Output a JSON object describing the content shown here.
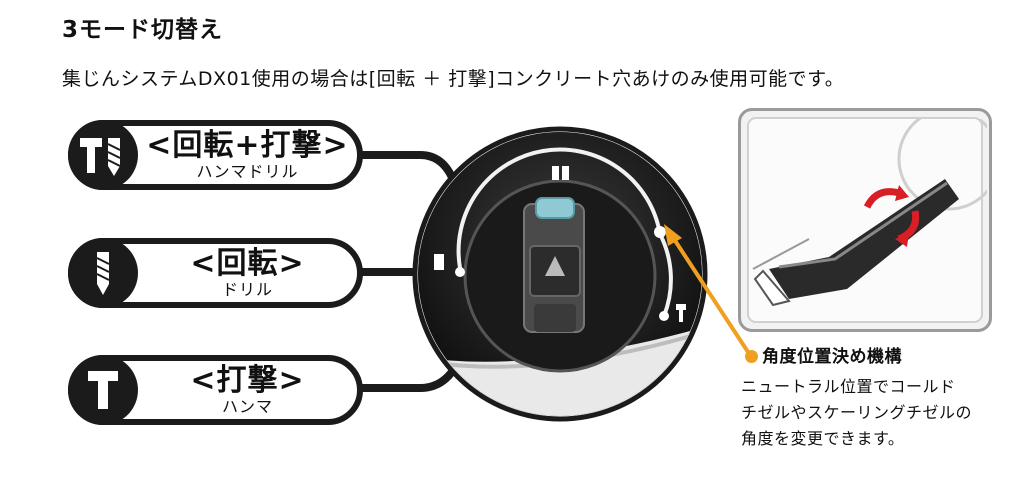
{
  "title": "3モード切替え",
  "note": "集じんシステムDX01使用の場合は[回転 ＋ 打撃]コンクリート穴あけのみ使用可能です。",
  "modes": [
    {
      "label": "<回転+打撃>",
      "sub": "ハンマドリル",
      "icon": "hammer-drill-icon"
    },
    {
      "label": "<回転>",
      "sub": "ドリル",
      "icon": "drill-bit-icon"
    },
    {
      "label": "<打撃>",
      "sub": "ハンマ",
      "icon": "hammer-icon"
    }
  ],
  "callout": {
    "heading": "角度位置決め機構",
    "body": [
      "ニュートラル位置でコールド",
      "チゼルやスケーリングチゼルの",
      "角度を変更できます。"
    ]
  },
  "colors": {
    "dark": "#1b1b1b",
    "accent": "#f0a020",
    "rotation_arrow": "#d81f26"
  }
}
